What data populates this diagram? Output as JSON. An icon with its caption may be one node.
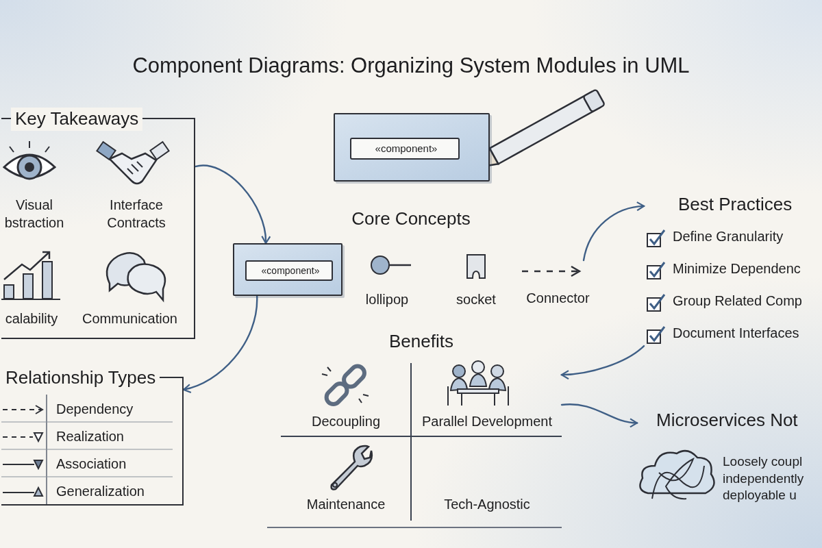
{
  "diagram": {
    "title": "Component Diagrams: Organizing System Modules in UML",
    "nodes": [
      {
        "text": [
          "Key Takeaways",
          "Visual bstraction",
          "Interface Contracts",
          "calability",
          "Communication"
        ]
      },
      {
        "text": [],
        "shape": "box"
      },
      {
        "text": [
          "«component»"
        ],
        "in": 1
      },
      {
        "text": [],
        "shape": "box"
      },
      {
        "text": [
          "«component»"
        ],
        "in": 3
      },
      {
        "text": [
          "Connector"
        ]
      },
      {
        "text": [
          "Relationship Types",
          "Dependency",
          "Realization",
          "Association",
          "Generalization"
        ]
      },
      {
        "text": [
          "Benefits",
          "Decoupling",
          "Parallel Development",
          "Maintenance",
          "Tech-Agnostic"
        ]
      },
      {
        "text": [
          "Best Practices",
          "Define Granularity",
          "Minimize Dependenc",
          "Group Related Comp",
          "Document Interfaces"
        ]
      },
      {
        "text": [
          "Microservices Not",
          "Loosely coupl independently deployable u"
        ]
      }
    ],
    "edges": [
      {
        "from": 0,
        "to": 3,
        "arrow": "to"
      },
      {
        "from": 3,
        "to": 6,
        "arrow": "to"
      },
      {
        "from": 5,
        "to": 8,
        "arrow": "to"
      },
      {
        "from": 8,
        "to": 7,
        "arrow": "to"
      },
      {
        "from": 7,
        "to": 9,
        "arrow": "to"
      }
    ],
    "labels": [
      "Core Concepts",
      "lollipop",
      "socket"
    ]
  }
}
